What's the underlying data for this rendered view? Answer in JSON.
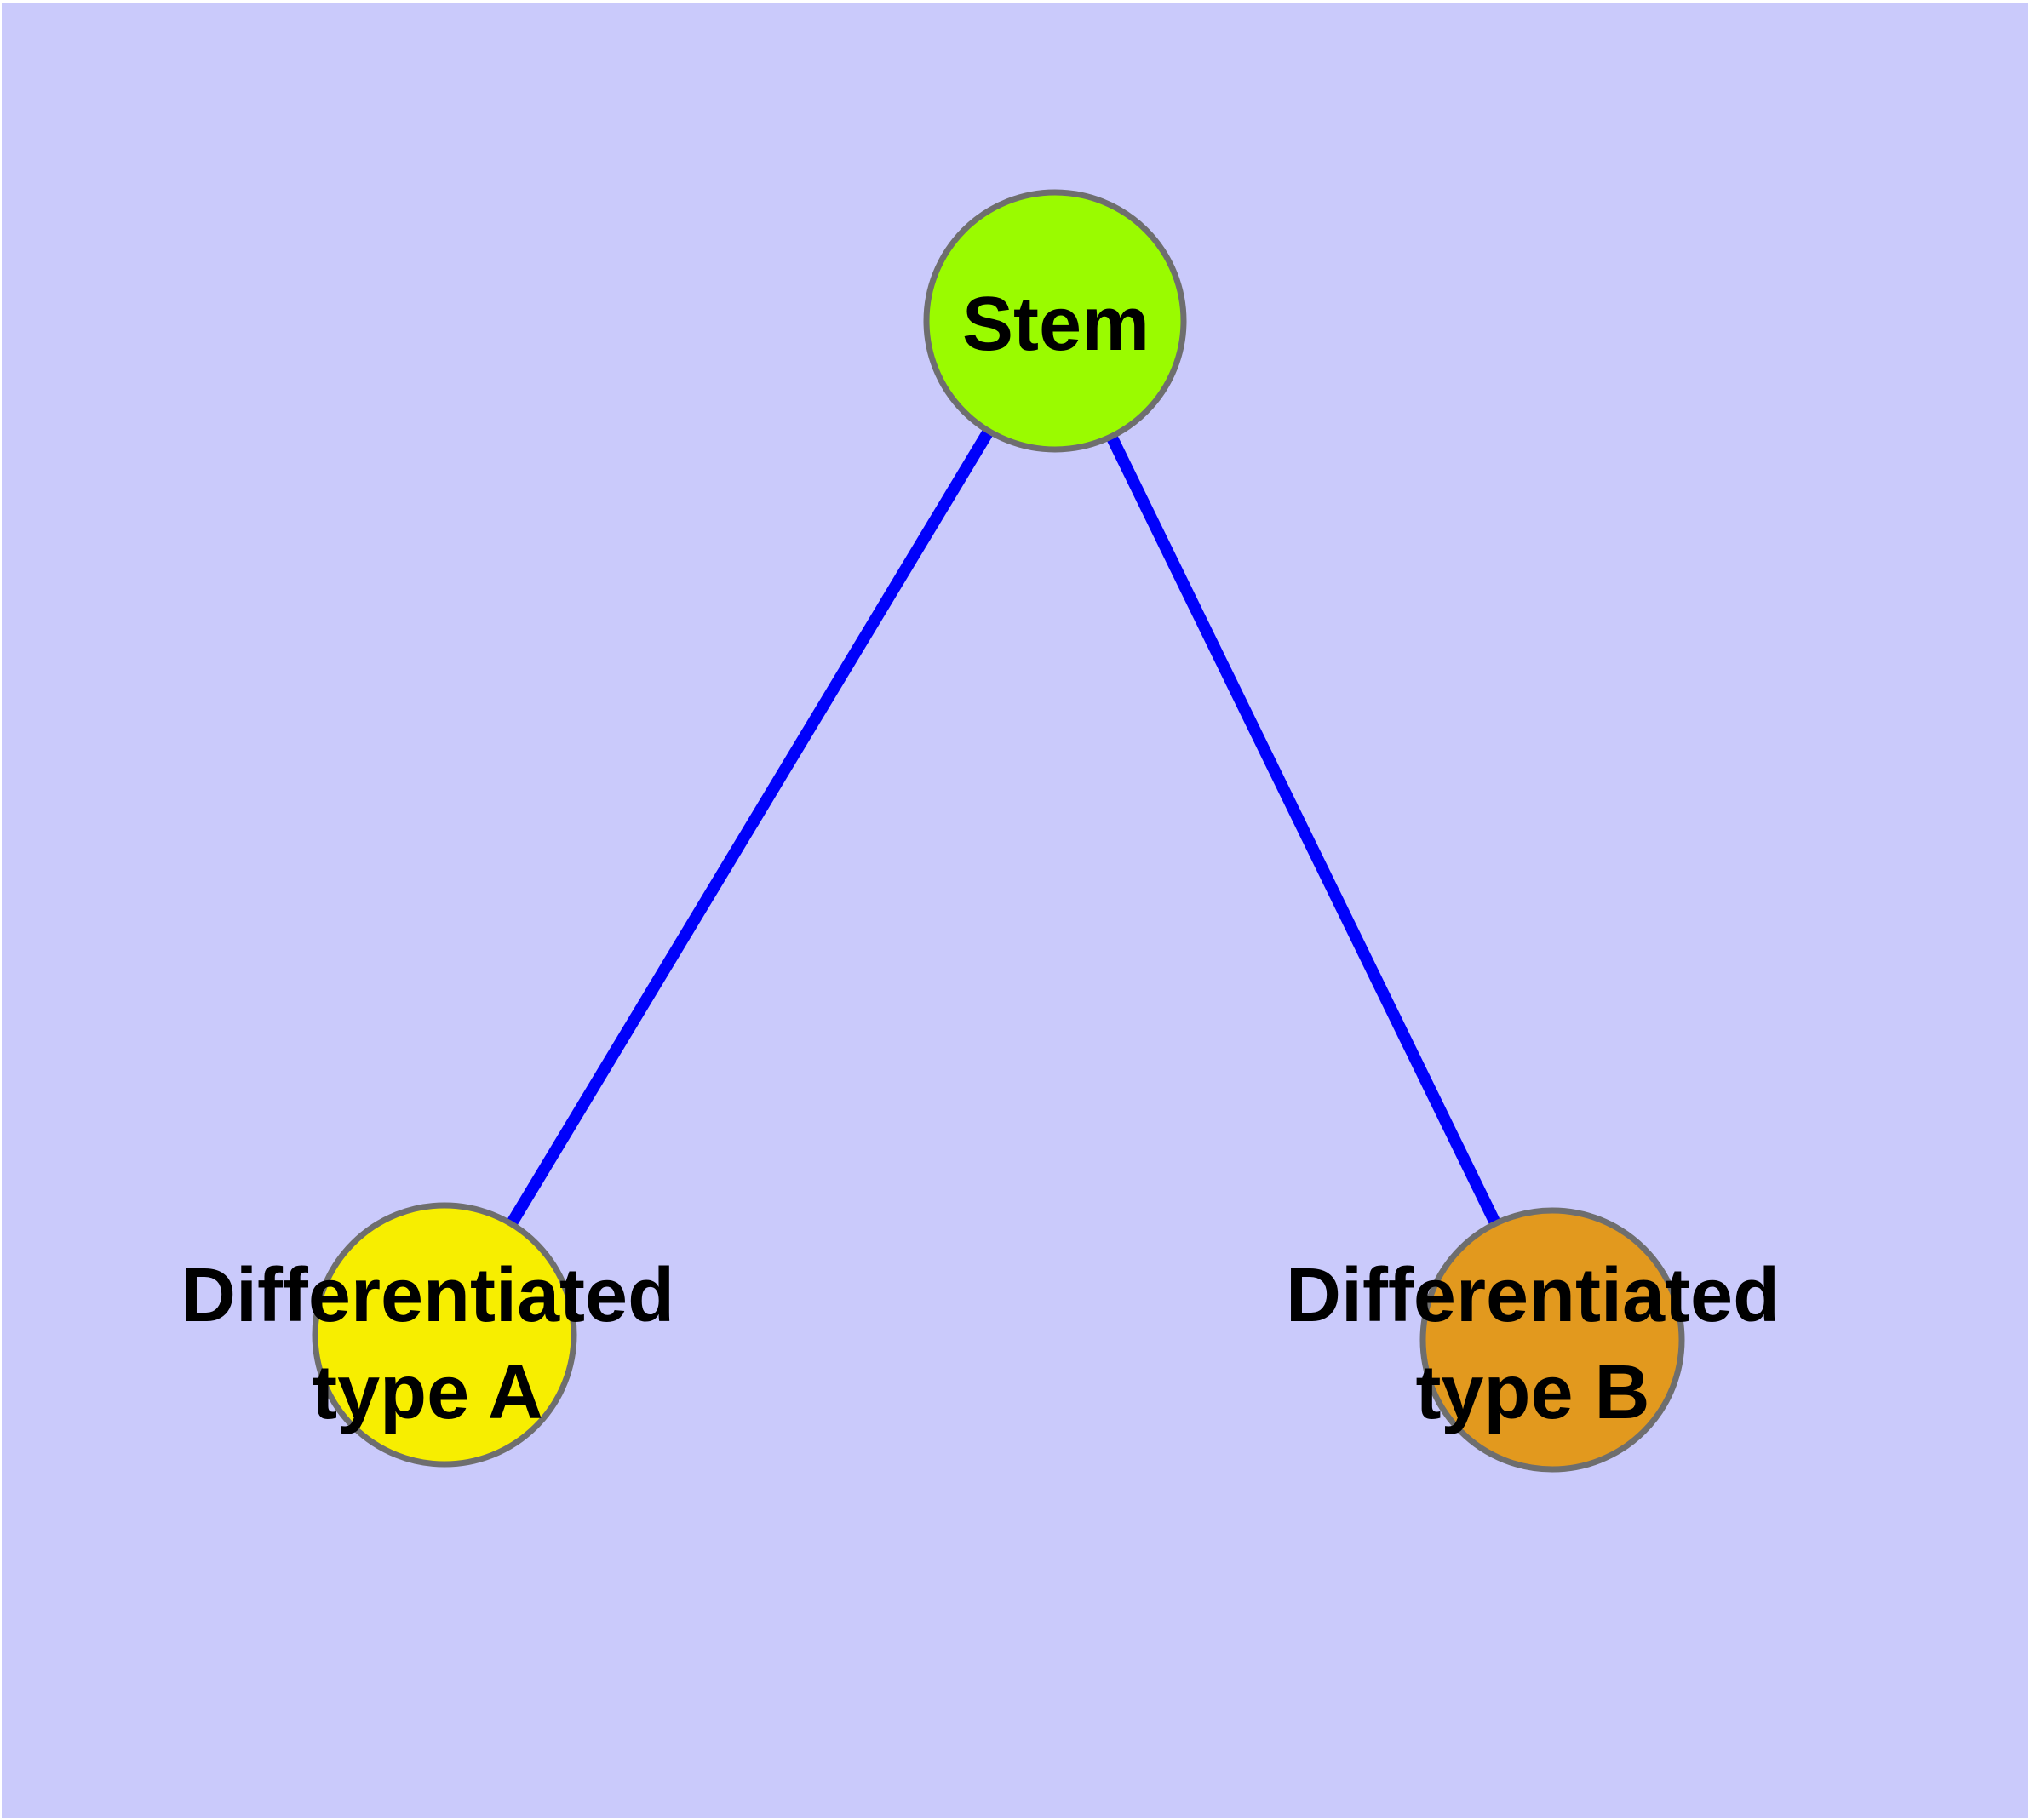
{
  "diagram": {
    "type": "node-edge-graph",
    "description_visible_content_only": "Three-node tree: Stem node branching to two differentiated cell types",
    "nodes": {
      "stem": {
        "label_lines": [
          "Stem"
        ],
        "color": "#9AFB00"
      },
      "typeA": {
        "label_lines": [
          "Differentiated",
          "type A"
        ],
        "color": "#F7EE00"
      },
      "typeB": {
        "label_lines": [
          "Differentiated",
          "type B"
        ],
        "color": "#E2991E"
      }
    },
    "edges": [
      {
        "from": "Stem",
        "to": "Differentiated type A"
      },
      {
        "from": "Stem",
        "to": "Differentiated type B"
      }
    ],
    "styles": {
      "background_color": "#CACAFB",
      "edge_color": "#0000FB",
      "node_border_color": "#6E6E6E",
      "text_color": "#000000"
    }
  }
}
